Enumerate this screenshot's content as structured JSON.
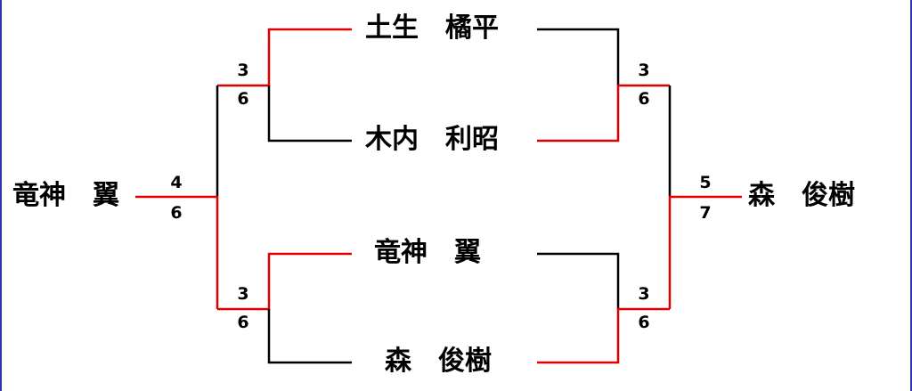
{
  "colors": {
    "winner_line": "#e00000",
    "loser_line": "#000000",
    "frame_edge": "#3333aa"
  },
  "bracket": {
    "players": {
      "top_1": "土生　橘平",
      "top_2": "木内　利昭",
      "top_3": "竜神　翼",
      "top_4": "森　俊樹",
      "left_final": "竜神　翼",
      "right_final": "森　俊樹"
    },
    "scores": {
      "left_upper": {
        "top": "3",
        "bottom": "6"
      },
      "left_lower": {
        "top": "3",
        "bottom": "6"
      },
      "left_final": {
        "top": "4",
        "bottom": "6"
      },
      "right_upper": {
        "top": "3",
        "bottom": "6"
      },
      "right_lower": {
        "top": "3",
        "bottom": "6"
      },
      "right_final": {
        "top": "5",
        "bottom": "7"
      }
    }
  }
}
